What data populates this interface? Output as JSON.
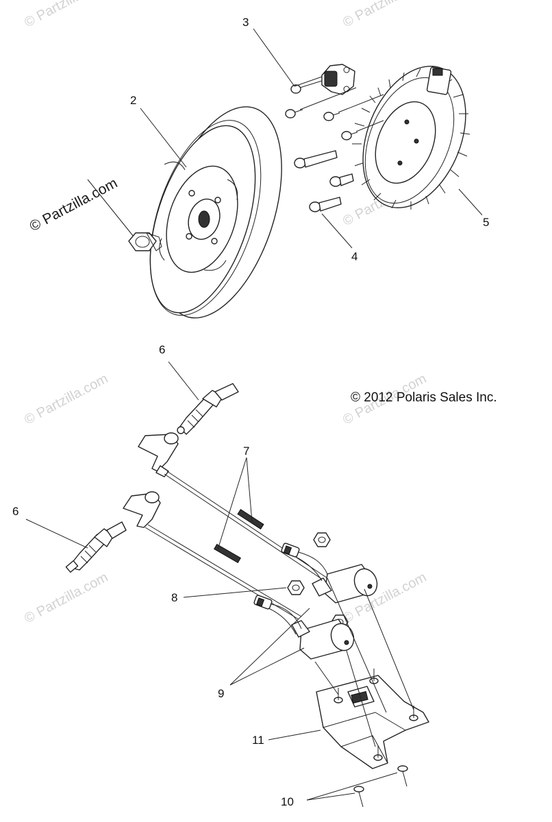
{
  "diagram": {
    "copyright": "© 2012 Polaris Sales Inc.",
    "watermark_primary": "© Partzilla.com",
    "watermark_faint": "© Partzilla.com",
    "callouts": {
      "c2": "2",
      "c3": "3",
      "c4": "4",
      "c5": "5",
      "c6a": "6",
      "c6b": "6",
      "c7": "7",
      "c8": "8",
      "c9": "9",
      "c10": "10",
      "c11": "11"
    },
    "parts": [
      {
        "callout": "2",
        "icon": "flywheel-icon"
      },
      {
        "callout": "3",
        "icon": "sensor-icon"
      },
      {
        "callout": "4",
        "icon": "bolt-icon"
      },
      {
        "callout": "5",
        "icon": "stator-icon"
      },
      {
        "callout": "6",
        "icon": "spark-plug-icon"
      },
      {
        "callout": "7",
        "icon": "plug-wire-icon"
      },
      {
        "callout": "8",
        "icon": "nut-icon"
      },
      {
        "callout": "9",
        "icon": "ignition-coil-icon"
      },
      {
        "callout": "10",
        "icon": "rivet-icon"
      },
      {
        "callout": "11",
        "icon": "mounting-bracket-icon"
      }
    ]
  }
}
